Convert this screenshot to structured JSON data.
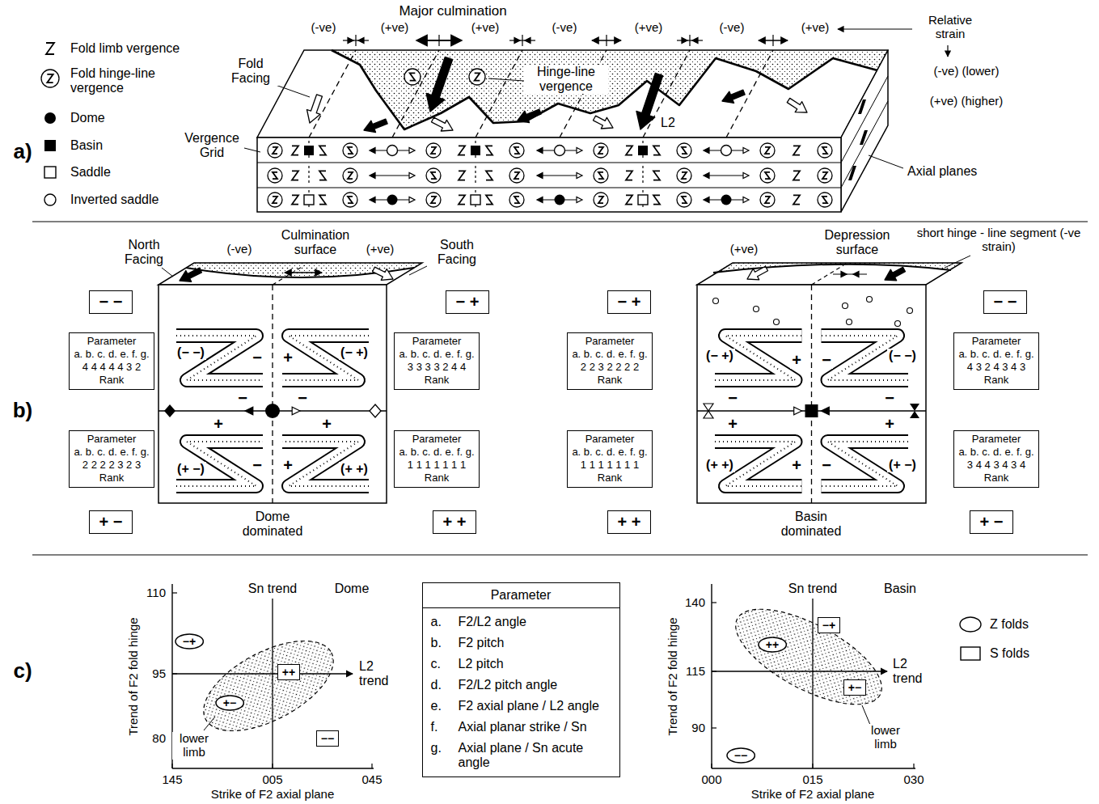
{
  "diagram": {
    "nodes": [
      {
        "text": [
          "− −"
        ]
      },
      {
        "text": [
          "Parameter",
          "a. b. c. d. e. f. g.",
          "4 4 4 4 4 3 2",
          "Rank"
        ]
      },
      {
        "text": [
          "Parameter",
          "a. b. c. d. e. f. g.",
          "2 2 2 2 3 2 3",
          "Rank"
        ]
      },
      {
        "text": [
          "+ −"
        ]
      },
      {
        "text": [
          "− +"
        ]
      },
      {
        "text": [
          "Parameter",
          "a. b. c. d. e. f. g.",
          "3 3 3 3 2 4 4",
          "Rank"
        ]
      },
      {
        "text": [
          "Parameter",
          "a. b. c. d. e. f. g.",
          "1 1 1 1 1 1 1",
          "Rank"
        ]
      },
      {
        "text": [
          "+ +"
        ]
      },
      {
        "text": [
          "− +"
        ]
      },
      {
        "text": [
          "Parameter",
          "a. b. c. d. e. f. g.",
          "2 2 3 2 2 2 2",
          "Rank"
        ]
      },
      {
        "text": [
          "Parameter",
          "a. b. c. d. e. f. g.",
          "1 1 1 1 1 1 1",
          "Rank"
        ]
      },
      {
        "text": [
          "+ +"
        ]
      },
      {
        "text": [
          "− −"
        ]
      },
      {
        "text": [
          "Parameter",
          "a. b. c. d. e. f. g.",
          "4 3 2 4 3 4 3",
          "Rank"
        ]
      },
      {
        "text": [
          "Parameter",
          "a. b. c. d. e. f. g.",
          "3 4 4 3 4 3 4",
          "Rank"
        ]
      },
      {
        "text": [
          "+ −"
        ]
      },
      {
        "text": [
          "Parameter",
          "a.",
          "F2/L2 angle",
          "b.",
          "F2 pitch",
          "c.",
          "L2 pitch",
          "d.",
          "F2/L2 pitch angle",
          "e.",
          "F2 axial plane / L2 angle",
          "f.",
          "Axial planar strike / Sn",
          "g.",
          "Axial plane / Sn acute angle"
        ]
      },
      {
        "text": [
          "−+"
        ]
      },
      {
        "text": [
          "++"
        ]
      },
      {
        "text": [
          "+−"
        ]
      },
      {
        "text": [
          "−−"
        ]
      },
      {
        "text": [
          "−+"
        ]
      },
      {
        "text": [
          "++"
        ]
      },
      {
        "text": [
          "+−"
        ]
      },
      {
        "text": [
          "−−"
        ]
      }
    ],
    "labels": [
      "a)",
      "b)",
      "c)",
      "Major culmination",
      "(-ve)",
      "(+ve)",
      "(+ve)",
      "(-ve)",
      "(+ve)",
      "(-ve)",
      "(+ve)",
      "Relative strain",
      "(-ve) (lower)",
      "(+ve) (higher)",
      "Fold Facing",
      "Hinge-line vergence",
      "L2",
      "Vergence Grid",
      "Axial planes",
      "North Facing",
      "(-ve)",
      "Culmination surface",
      "(+ve)",
      "South Facing",
      "(− −)",
      "−",
      "+",
      "(− +)",
      "−",
      "−",
      "+",
      "+",
      "(+ −)",
      "−",
      "+",
      "(+ +)",
      "Dome dominated",
      "(+ve)",
      "Depression surface",
      "short hinge - line segment (-ve strain)",
      "(− +)",
      "+",
      "−",
      "(− −)",
      "−",
      "−",
      "+",
      "+",
      "(+ +)",
      "+",
      "−",
      "(+ −)",
      "Basin dominated",
      "110",
      "95",
      "80",
      "145",
      "005",
      "045",
      "Trend of F2 fold hinge",
      "Strike of F2 axial plane",
      "Sn trend",
      "Dome",
      "L2 trend",
      "lower limb",
      "140",
      "115",
      "90",
      "000",
      "015",
      "030",
      "Trend of F2 fold hinge",
      "Strike of F2 axial plane",
      "Sn trend",
      "Basin",
      "L2 trend",
      "lower limb"
    ],
    "legend": [
      {
        "text": "Fold limb vergence"
      },
      {
        "text": "Fold hinge-line vergence"
      },
      {
        "text": "Dome"
      },
      {
        "text": "Basin"
      },
      {
        "text": "Saddle"
      },
      {
        "text": "Inverted saddle"
      },
      {
        "text": "Z folds"
      },
      {
        "text": "S folds"
      }
    ]
  }
}
